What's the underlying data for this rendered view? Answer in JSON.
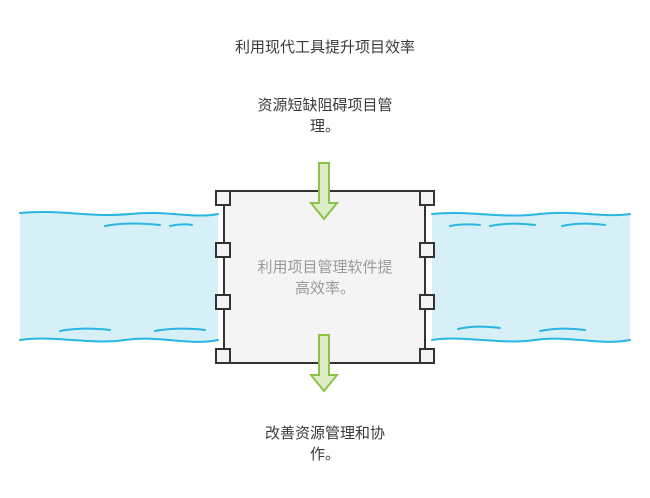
{
  "title": "利用现代工具提升项目效率",
  "top_label": {
    "line1": "资源短缺阻碍项目管",
    "line2": "理。"
  },
  "dam_label": {
    "line1": "利用项目管理软件提",
    "line2": "高效率。"
  },
  "bottom_label": {
    "line1": "改善资源管理和协",
    "line2": "作。"
  },
  "colors": {
    "water_fill": "#d7f0f8",
    "water_stroke": "#29b6e0",
    "dam_fill": "#f4f4f4",
    "dam_stroke": "#333333",
    "arrow_fill": "#dcedc8",
    "arrow_stroke": "#8bc34a",
    "text": "#3a3a3a",
    "dam_text": "#9a9a9a"
  },
  "icons": {
    "down_arrow": "down-arrow-icon"
  }
}
